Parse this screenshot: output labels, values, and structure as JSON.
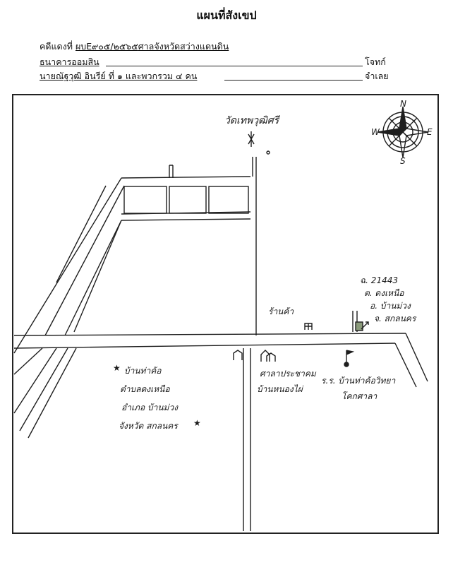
{
  "title": "แผนที่สังเขป",
  "case": {
    "prefix": "คดีแดงที่ ",
    "number": "ผบE๙๐๕/๒๕๖๕",
    "court": "ศาลจังหวัดสว่างแดนดิน"
  },
  "plaintiff": {
    "name": "ธนาคารออมสิน",
    "role": "โจทก์"
  },
  "defendant": {
    "name": "นายณัฐวุฒิ อินรีย์ ที่ ๑ และพวกรวม ๔ คน",
    "role": "จำเลย"
  },
  "map": {
    "temple": "วัดเทพวุฒิศรี",
    "plot_info": [
      "ฉ. 21443",
      "ต. ดงเหนือ",
      "อ. บ้านม่วง",
      "จ. สกลนคร"
    ],
    "shop": "ร้านค้า",
    "school": [
      "ศาลาประชาคม",
      "บ้านหนองไผ่"
    ],
    "village": [
      "ร.ร. บ้านท่าค้อวิทยา",
      "โคกศาลา"
    ],
    "location": [
      "บ้านท่าค้อ",
      "ตำบลดงเหนือ",
      "อำเภอ บ้านม่วง",
      "จังหวัด สกลนคร"
    ],
    "compass": {
      "n": "N",
      "s": "S",
      "e": "E",
      "w": "W"
    }
  }
}
